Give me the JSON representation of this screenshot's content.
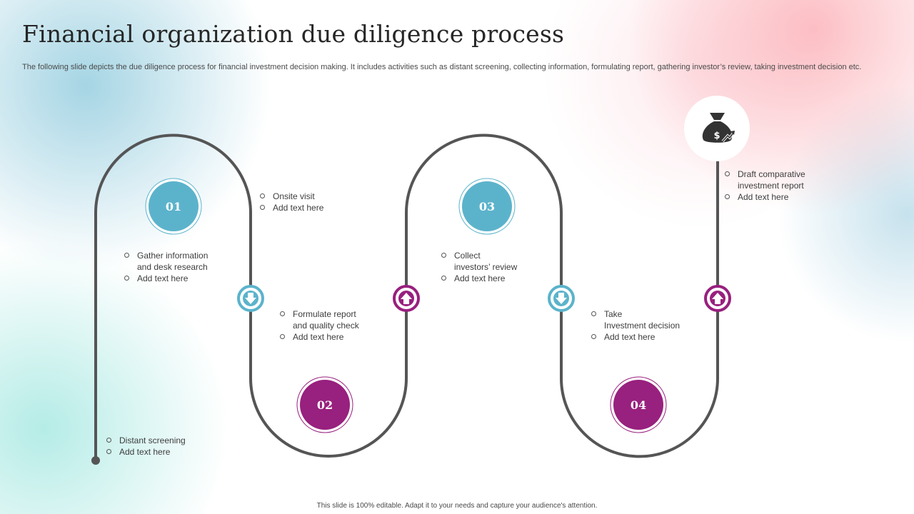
{
  "title": "Financial organization due diligence process",
  "subtitle": "The following slide depicts the due diligence process for financial investment decision making. It includes activities such as distant screening, collecting information, formulating report, gathering investor’s review, taking investment decision etc.",
  "footer": "This slide is 100% editable.  Adapt it to your needs and capture your audience's attention.",
  "colors": {
    "teal": "#5BB3CB",
    "purple": "#98207E",
    "path": "#555555"
  },
  "icons": {
    "goal": "money-bag-icon",
    "down_arrow": "arrow-down-icon",
    "up_arrow": "arrow-up-icon"
  },
  "numbers": {
    "n1": "01",
    "n2": "02",
    "n3": "03",
    "n4": "04"
  },
  "texts": {
    "distant_screening": [
      "Distant screening",
      "Add text here"
    ],
    "gather_info": [
      "Gather information\nand desk research",
      "Add text here"
    ],
    "onsite_visit": [
      "Onsite visit",
      "Add text here"
    ],
    "formulate_report": [
      "Formulate report\nand quality check",
      "Add text here"
    ],
    "collect_review": [
      "Collect\ninvestors’ review",
      "Add text here"
    ],
    "take_decision": [
      "Take\nInvestment decision",
      "Add text here"
    ],
    "draft_report": [
      "Draft comparative\ninvestment report",
      "Add text here"
    ]
  }
}
